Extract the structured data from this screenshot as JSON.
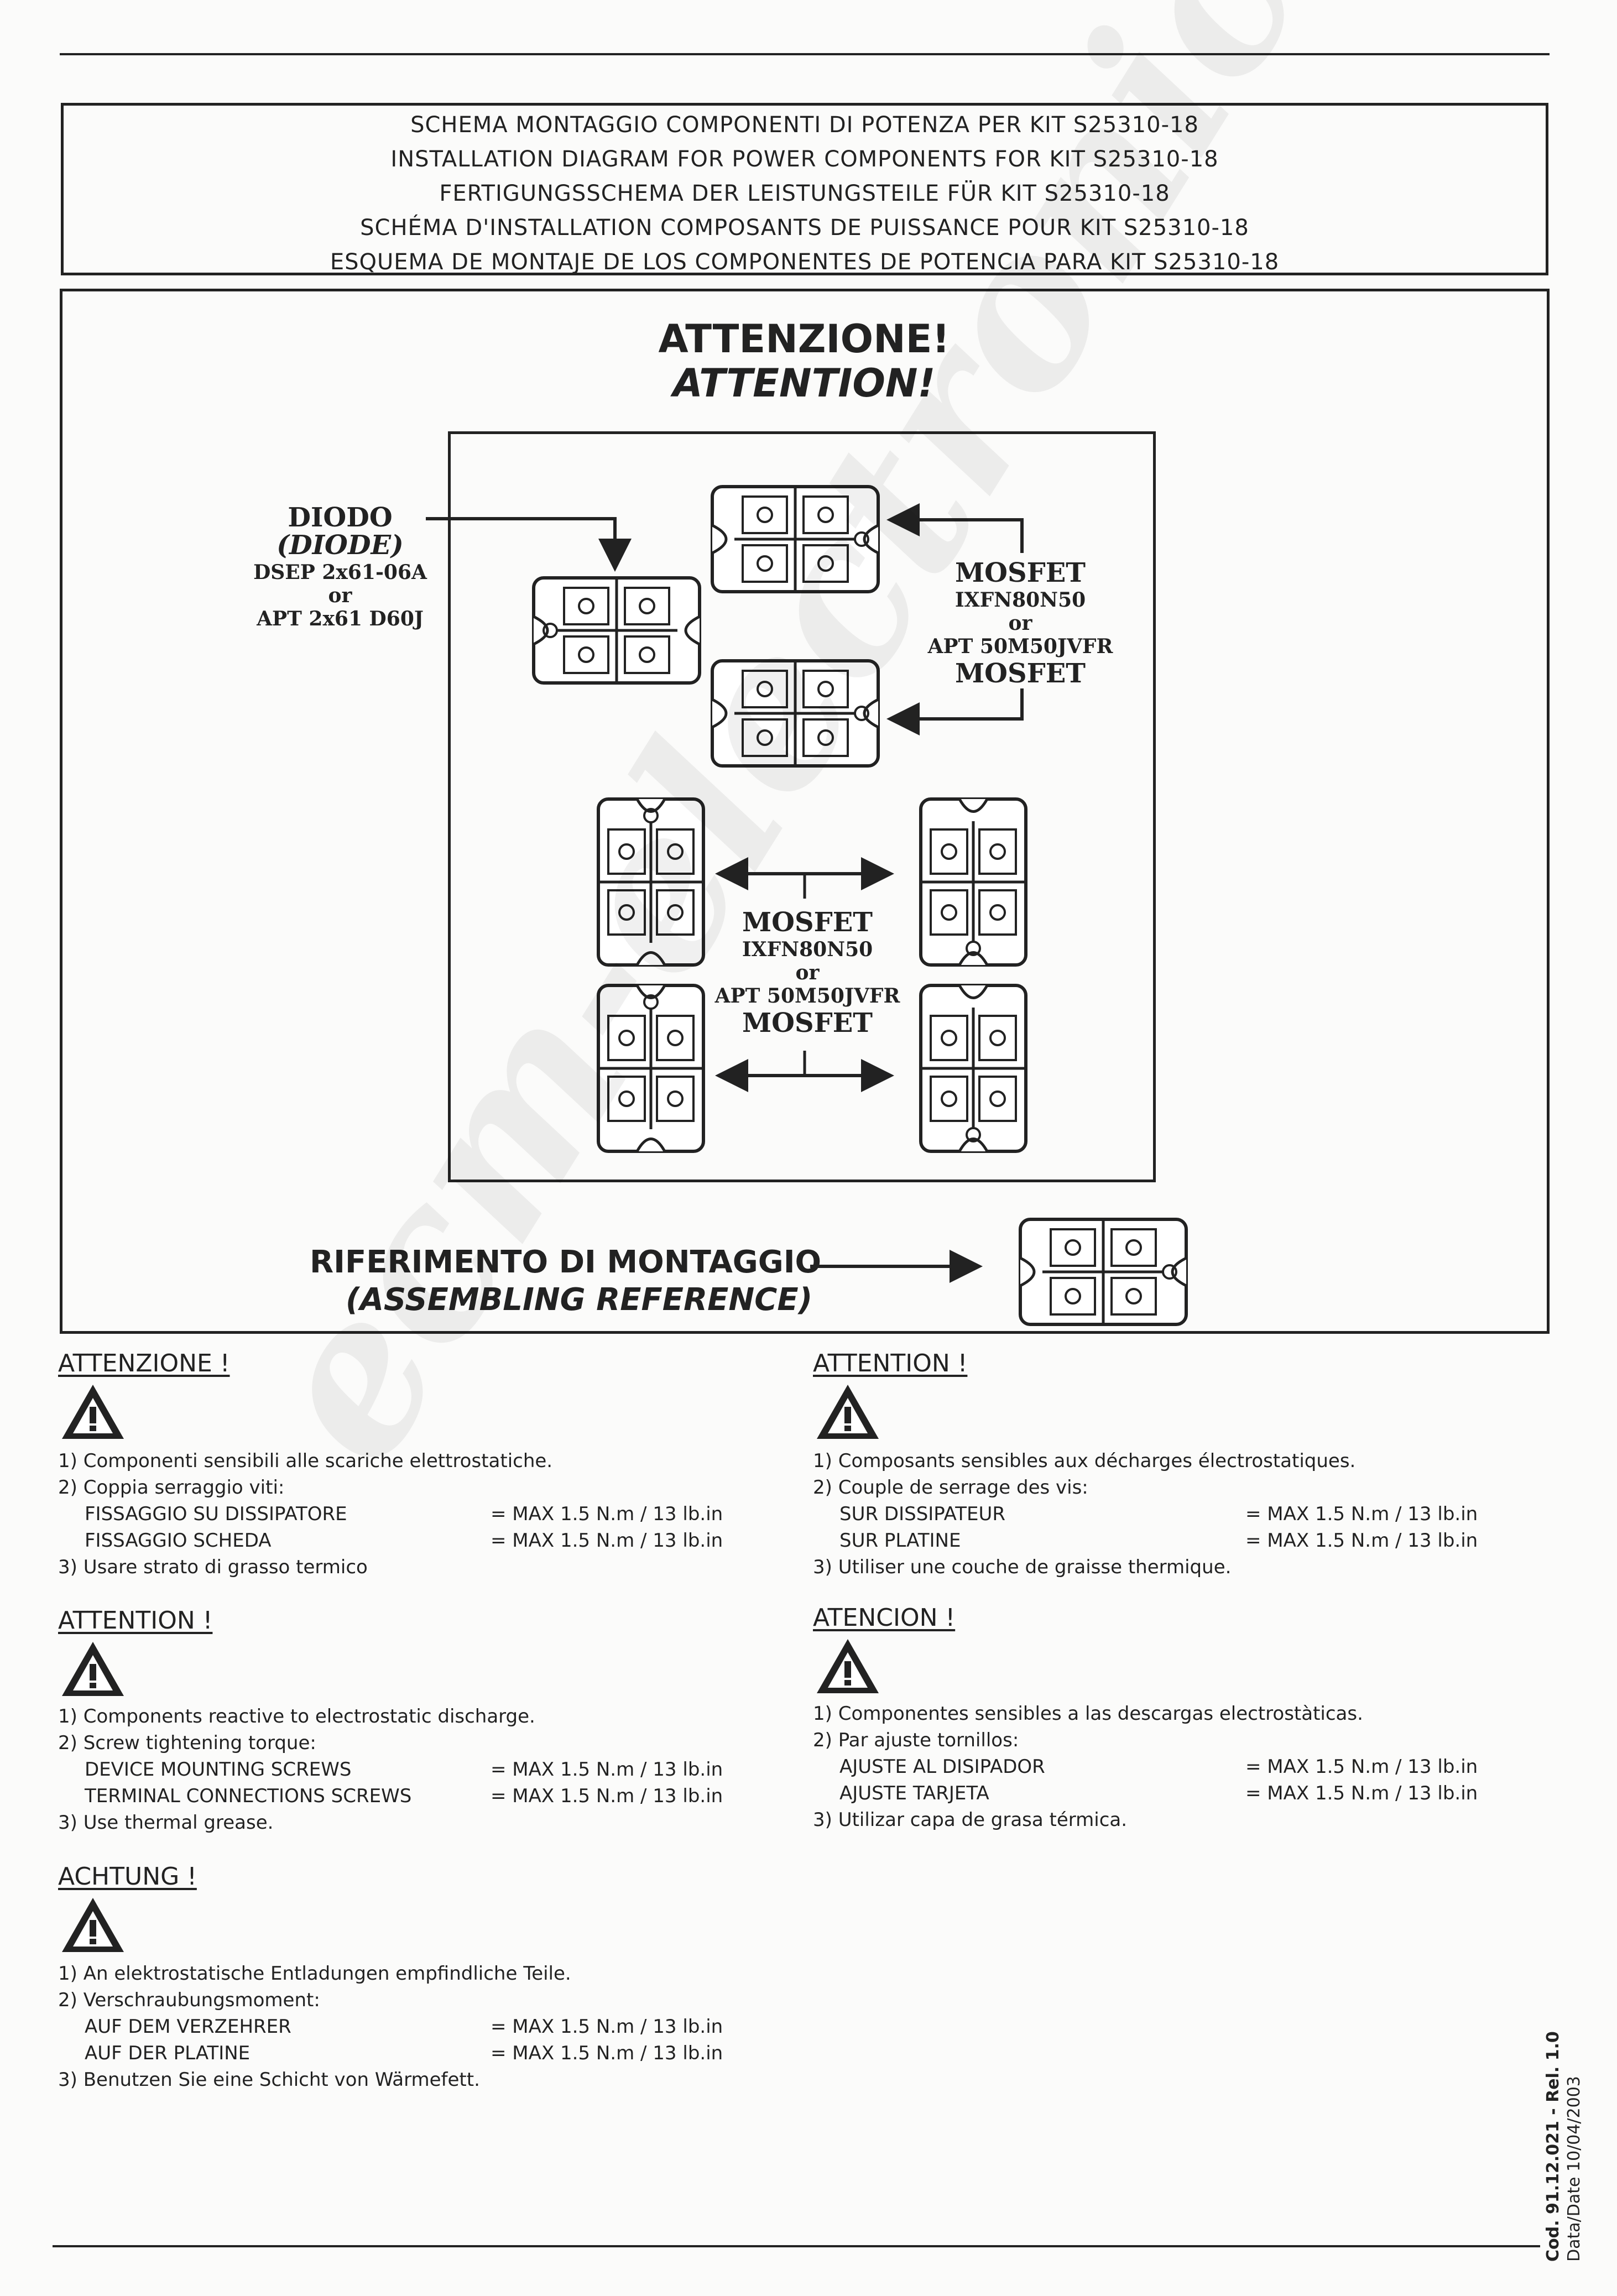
{
  "header": {
    "lines": [
      "SCHEMA MONTAGGIO COMPONENTI DI POTENZA PER KIT S25310-18",
      "INSTALLATION DIAGRAM FOR POWER COMPONENTS FOR KIT S25310-18",
      "FERTIGUNGSSCHEMA DER LEISTUNGSTEILE FÜR KIT S25310-18",
      "SCHÉMA D'INSTALLATION COMPOSANTS DE PUISSANCE POUR KIT S25310-18",
      "ESQUEMA DE MONTAJE DE LOS COMPONENTES DE POTENCIA PARA KIT S25310-18"
    ]
  },
  "diagram": {
    "title_it": "ATTENZIONE!",
    "title_en": "ATTENTION!",
    "diode": {
      "label": "DIODO",
      "label_en": "(DIODE)",
      "part1": "DSEP 2x61-06A",
      "or": "or",
      "part2": "APT 2x61 D60J"
    },
    "mosfet_top": {
      "label": "MOSFET",
      "part1": "IXFN80N50",
      "or": "or",
      "part2": "APT 50M50JVFR",
      "label2": "MOSFET"
    },
    "mosfet_center": {
      "label": "MOSFET",
      "part1": "IXFN80N50",
      "or": "or",
      "part2": "APT 50M50JVFR",
      "label2": "MOSFET"
    },
    "reference_it": "RIFERIMENTO DI MONTAGGIO",
    "reference_en": "(ASSEMBLING REFERENCE)"
  },
  "notes": {
    "it": {
      "heading": "ATTENZIONE !",
      "l1": "1) Componenti sensibili alle scariche elettrostatiche.",
      "l2": "2) Coppia serraggio viti:",
      "a_label": "FISSAGGIO SU DISSIPATORE",
      "a_value": "= MAX 1.5 N.m / 13 lb.in",
      "b_label": "FISSAGGIO SCHEDA",
      "b_value": "= MAX 1.5 N.m / 13 lb.in",
      "l3": "3) Usare strato di grasso termico"
    },
    "fr": {
      "heading": "ATTENTION !",
      "l1": "1) Composants sensibles aux décharges électrostatiques.",
      "l2": "2) Couple de serrage des vis:",
      "a_label": "SUR DISSIPATEUR",
      "a_value": "= MAX 1.5 N.m / 13 lb.in",
      "b_label": "SUR PLATINE",
      "b_value": "= MAX 1.5 N.m / 13 lb.in",
      "l3": "3) Utiliser une couche de graisse thermique."
    },
    "en": {
      "heading": "ATTENTION !",
      "l1": "1) Components reactive to electrostatic discharge.",
      "l2": "2) Screw tightening torque:",
      "a_label": "DEVICE MOUNTING SCREWS",
      "a_value": "= MAX 1.5 N.m / 13 lb.in",
      "b_label": "TERMINAL CONNECTIONS SCREWS",
      "b_value": "= MAX 1.5 N.m / 13 lb.in",
      "l3": "3) Use thermal grease."
    },
    "es": {
      "heading": "ATENCION !",
      "l1": "1) Componentes sensibles a las descargas electrostàticas.",
      "l2": "2) Par ajuste tornillos:",
      "a_label": "AJUSTE AL DISIPADOR",
      "a_value": "= MAX 1.5 N.m / 13 lb.in",
      "b_label": "AJUSTE TARJETA",
      "b_value": "= MAX 1.5 N.m / 13 lb.in",
      "l3": "3) Utilizar capa de grasa térmica."
    },
    "de": {
      "heading": "ACHTUNG !",
      "l1": "1) An elektrostatische Entladungen empfindliche Teile.",
      "l2": "2) Verschraubungsmoment:",
      "a_label": "AUF DEM VERZEHRER",
      "a_value": "= MAX 1.5 N.m / 13 lb.in",
      "b_label": "AUF DER PLATINE",
      "b_value": "= MAX 1.5 N.m / 13 lb.in",
      "l3": "3) Benutzen Sie eine Schicht von Wärmefett."
    }
  },
  "footer": {
    "code": "Cod. 91.12.021 - Rel. 1.0",
    "date": "Data/Date 10/04/2003"
  },
  "watermark": "ecm-electronic.pl"
}
